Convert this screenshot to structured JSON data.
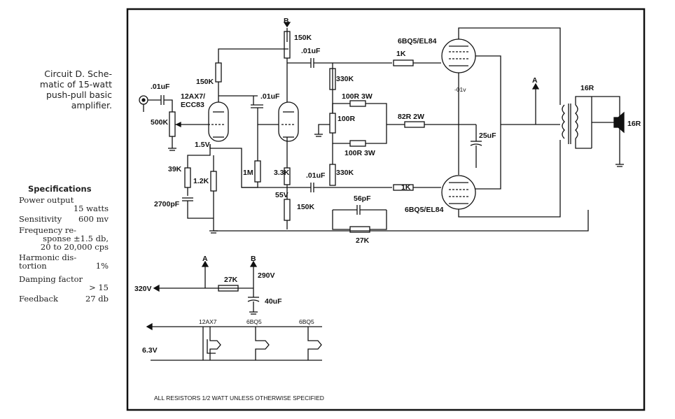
{
  "caption": [
    "Circuit D. Sche-",
    "matic of 15-watt",
    "push-pull basic",
    "amplifier."
  ],
  "specs_title": "Specifications",
  "specs": [
    {
      "name": "Power output",
      "value": "15 watts"
    },
    {
      "name": "Sensitivity",
      "value": "600 mv"
    },
    {
      "name": "Frequency re-",
      "value": "sponse ±1.5 db,"
    },
    {
      "name": "",
      "value": "20 to 20,000 cps"
    },
    {
      "name": "Harmonic dis-",
      "value": ""
    },
    {
      "name": "tortion",
      "value": "1%"
    },
    {
      "name": "Damping factor",
      "value": ""
    },
    {
      "name": "",
      "value": "> 15"
    },
    {
      "name": "Feedback",
      "value": "27 db"
    }
  ],
  "labels": {
    "b_top": "B",
    "r150k_top": "150K",
    "c01_top": ".01uF",
    "tube_out": "6BQ5/EL84",
    "r1k_top": "1K",
    "c01_in": ".01uF",
    "r150k_pre": "150K",
    "tube_pre": "12AX7/",
    "tube_pre2": "ECC83",
    "c01_mid": ".01uF",
    "r330k_top": "330K",
    "pot500k": "500K",
    "r100r3w_top": "100R 3W",
    "r100r": "100R",
    "r82r": "82R 2W",
    "r100r3w_bot": "100R 3W",
    "c25uf": "25uF",
    "v15": "1.5V",
    "r39k": "39K",
    "r12k": "1.2K",
    "r1m": "1M",
    "r33k": "3.3K",
    "c01_bot": ".01uF",
    "r330k_bot": "330K",
    "c2700": "2700pF",
    "v55": "55V",
    "r150k_bot": "150K",
    "c56pf": "56pF",
    "r1k_bot": "1K",
    "tube_out_bot": "6BQ5/EL84",
    "r27k_fb": "27K",
    "node_a": "A",
    "r16_top": "16R",
    "r16_spk": "16R",
    "minus01": "-01v",
    "ps_a": "A",
    "ps_b": "B",
    "ps_320": "320V",
    "ps_27k": "27K",
    "ps_290": "290V",
    "ps_40uf": "40uF",
    "h_12ax7": "12AX7",
    "h_6bq5a": "6BQ5",
    "h_6bq5b": "6BQ5",
    "h_63": "6.3V",
    "note": "ALL RESISTORS 1/2 WATT UNLESS OTHERWISE SPECIFIED"
  }
}
